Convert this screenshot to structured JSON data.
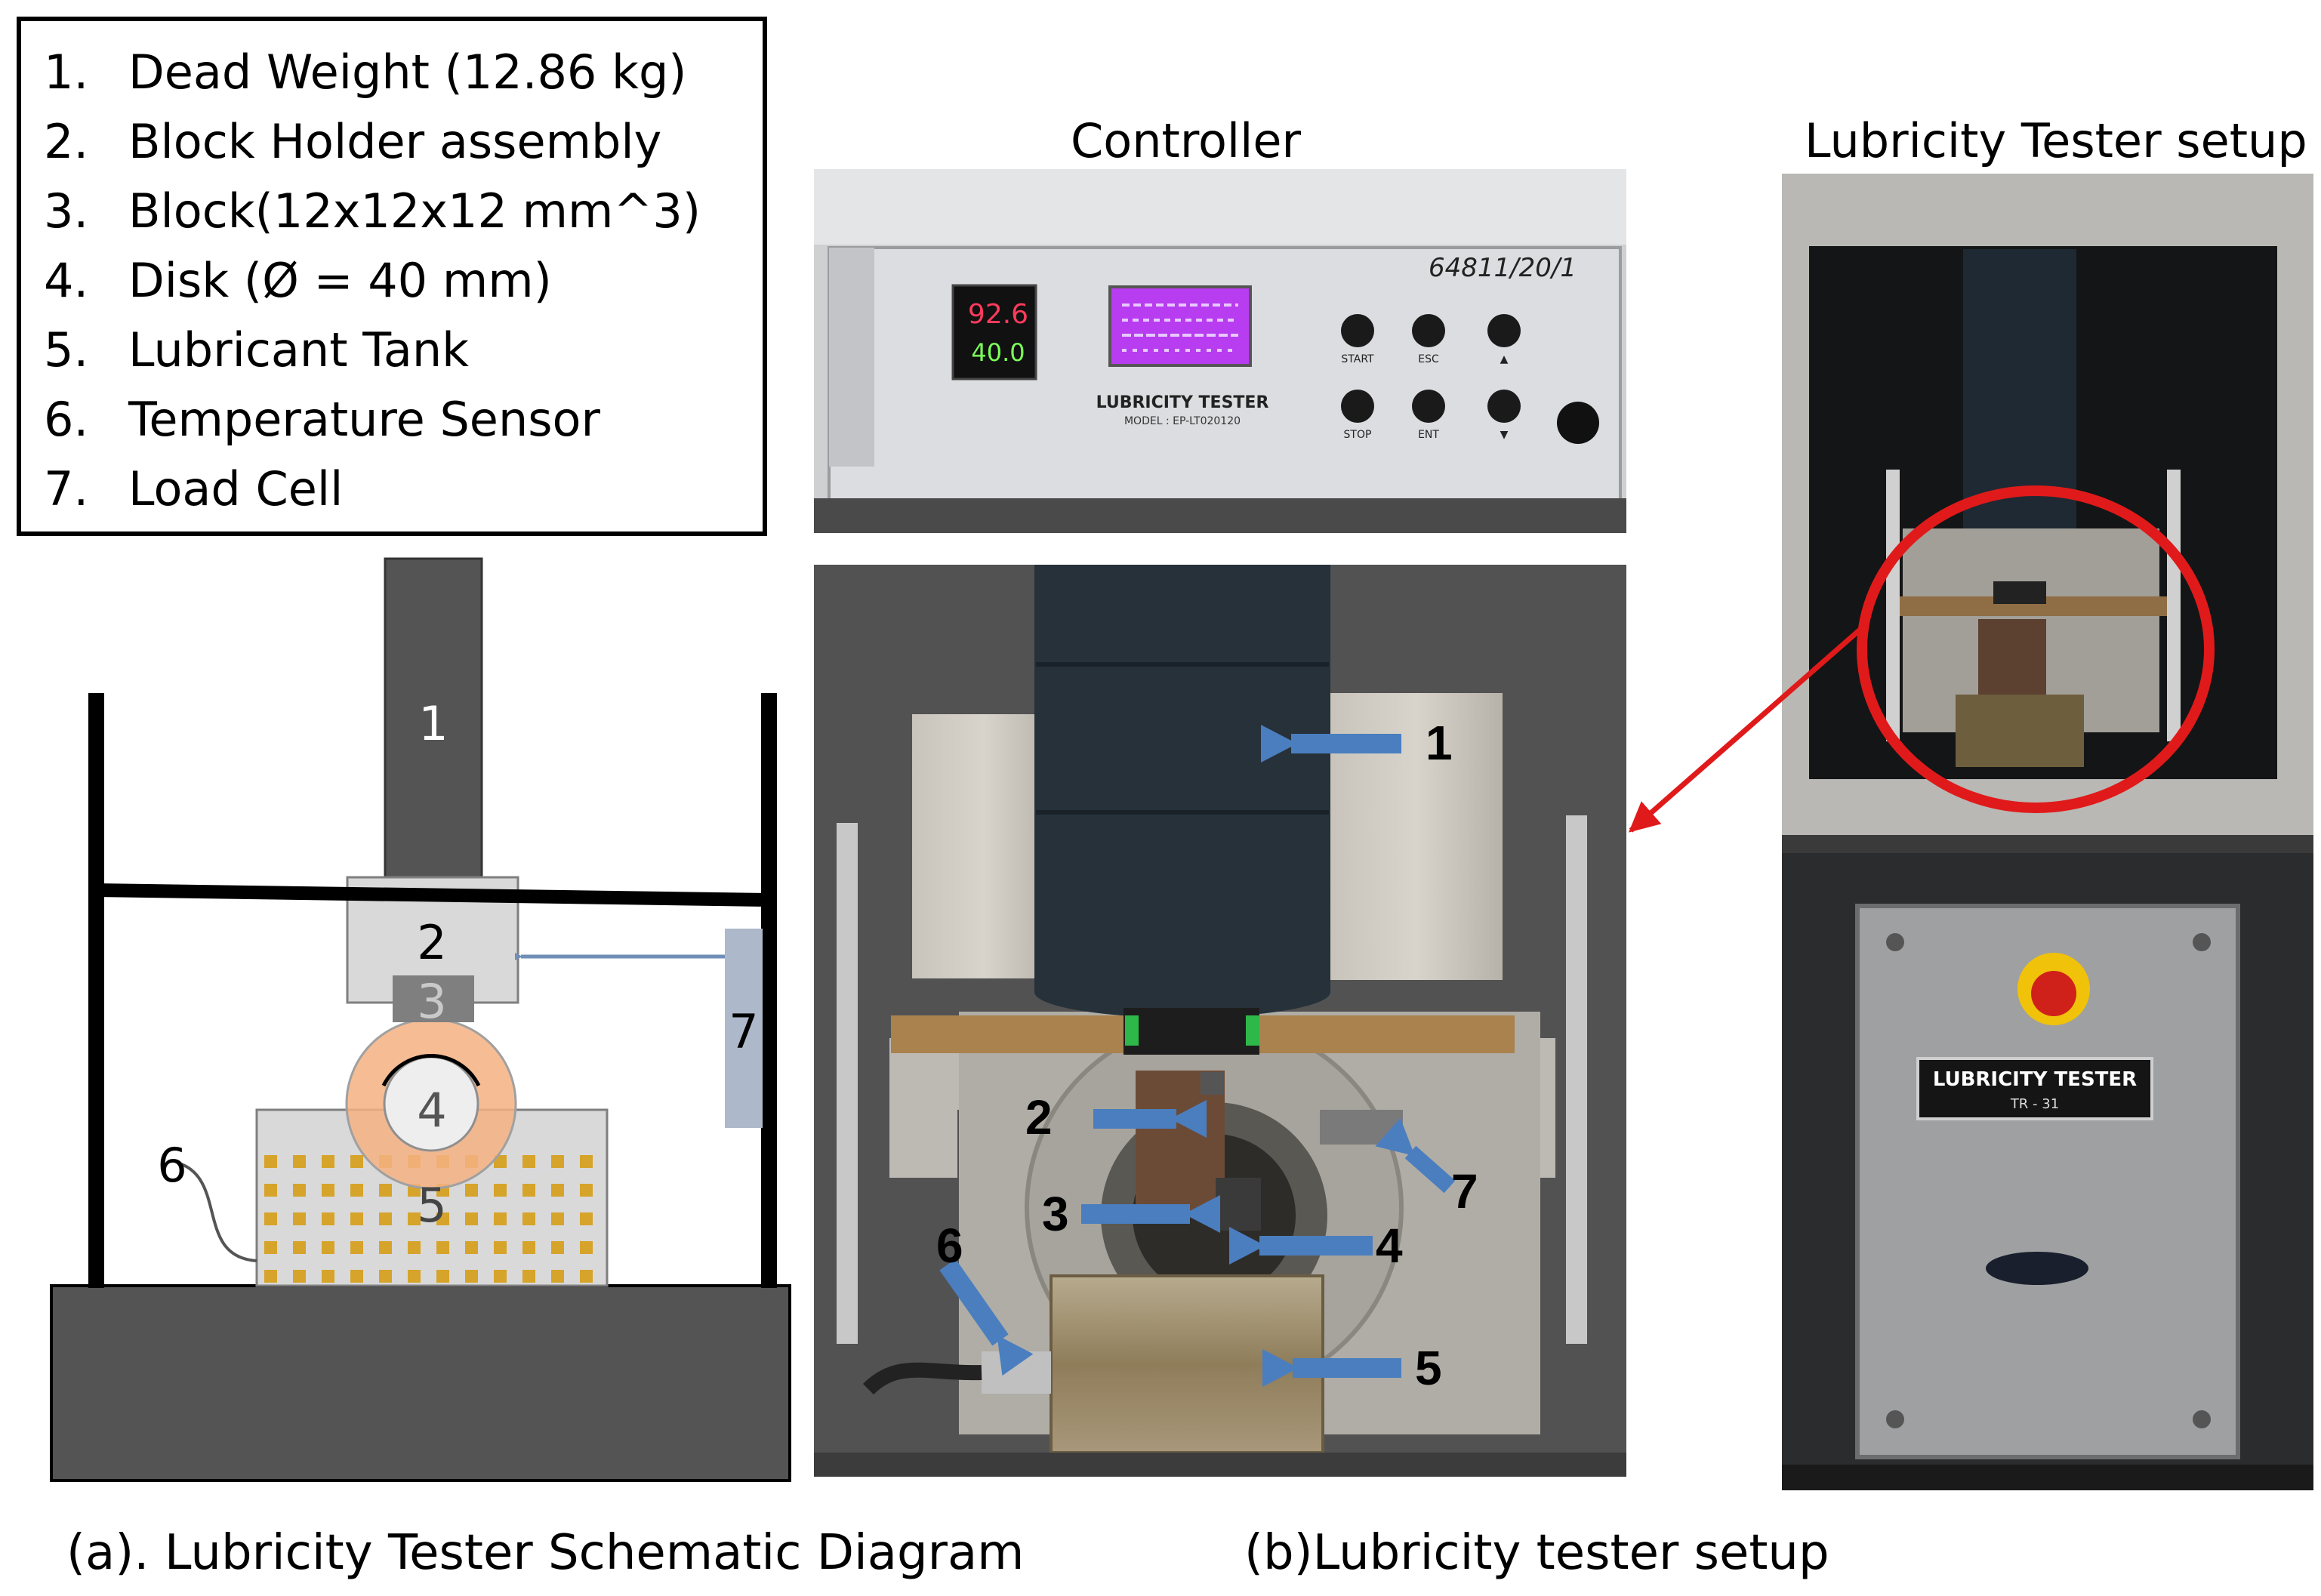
{
  "legend": {
    "items": [
      {
        "num": "1.",
        "text": "Dead Weight (12.86 kg)"
      },
      {
        "num": "2.",
        "text": "Block Holder assembly"
      },
      {
        "num": "3.",
        "text": "Block(12x12x12 mm^3)"
      },
      {
        "num": "4.",
        "text": "Disk (Ø = 40 mm)"
      },
      {
        "num": "5.",
        "text": "Lubricant Tank"
      },
      {
        "num": "6.",
        "text": "Temperature Sensor"
      },
      {
        "num": "7.",
        "text": "Load Cell"
      }
    ]
  },
  "schematic": {
    "labels": [
      "1",
      "2",
      "3",
      "4",
      "5",
      "6",
      "7"
    ],
    "caption": "(a). Lubricity Tester Schematic Diagram"
  },
  "photos": {
    "controller_title": "Controller",
    "setup_title": "Lubricity Tester setup",
    "controller_panel_text": "LUBRICITY TESTER",
    "controller_model_text": "MODEL : EP-LT020120",
    "controller_serial": "64811/20/1",
    "display_value_1": "92.6",
    "display_value_2": "40.0",
    "button_labels": [
      "START",
      "ESC",
      "▲",
      "STOP",
      "ENT",
      "▼"
    ],
    "setup_plate_text": "LUBRICITY TESTER",
    "setup_plate_sub": "TR - 31",
    "closeup_labels": [
      "1",
      "2",
      "3",
      "4",
      "5",
      "6",
      "7"
    ],
    "caption": "(b)Lubricity tester setup"
  },
  "colors": {
    "dark_gray": "#545454",
    "light_gray": "#d9d9d9",
    "disk_orange": "#f4b183",
    "dot_gold": "#d6a42a",
    "load_cell_blue": "#adb9ca",
    "arrow_blue": "#4a7ebf",
    "highlight_red": "#e01a1a"
  }
}
